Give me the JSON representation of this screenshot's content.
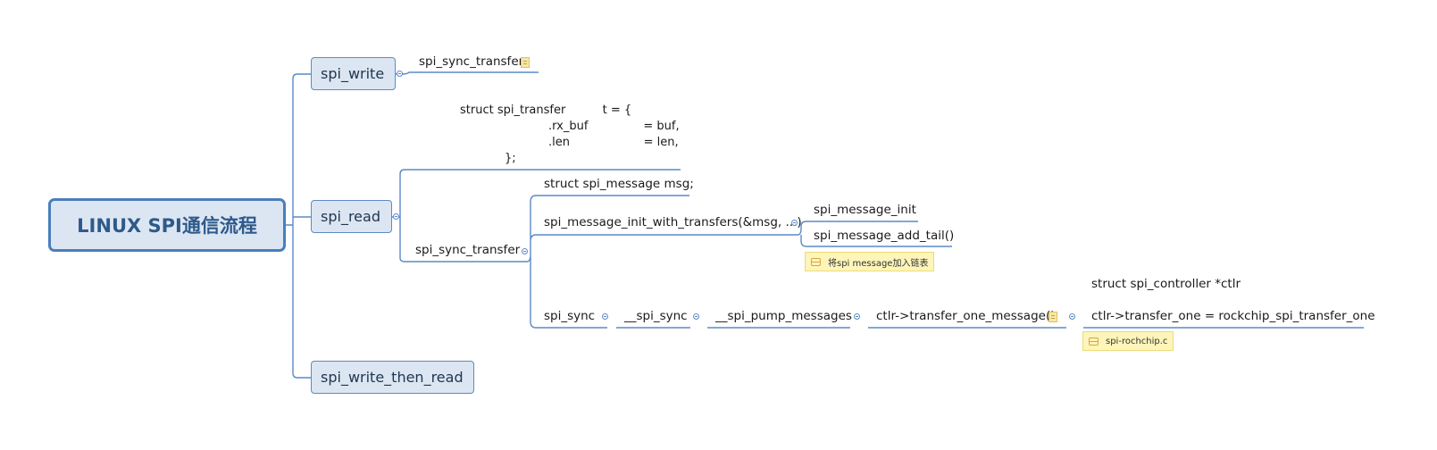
{
  "root": {
    "label": "LINUX SPI通信流程"
  },
  "branches": {
    "spi_write": "spi_write",
    "spi_read": "spi_read",
    "spi_write_then_read": "spi_write_then_read"
  },
  "write_children": {
    "spi_sync_transfer": "spi_sync_transfer"
  },
  "read_children": {
    "code_lines": [
      "struct spi_transfer          t = {",
      ".rx_buf               = buf,",
      ".len                    = len,",
      "};"
    ],
    "spi_sync_transfer": "spi_sync_transfer"
  },
  "sync_transfer_children": {
    "msg_decl": "struct spi_message msg;",
    "msg_init": "spi_message_init_with_transfers(&msg, ...)",
    "spi_sync": "spi_sync"
  },
  "msg_init_children": {
    "init": "spi_message_init",
    "add_tail": "spi_message_add_tail()",
    "add_tail_label": "将spi message加入链表"
  },
  "sync_chain": {
    "__spi_sync": "__spi_sync",
    "__spi_pump_messages": "__spi_pump_messages",
    "transfer_one_message": "ctlr->transfer_one_message()",
    "ctlr_decl": "struct spi_controller *ctlr",
    "transfer_one": "ctlr->transfer_one = rockchip_spi_transfer_one",
    "transfer_one_label": "spi-rochchip.c"
  },
  "colors": {
    "connector": "#5b8ac6",
    "topic_fill": "#dce6f2",
    "root_border": "#4a7ebb",
    "label_fill": "#fdf5b9"
  }
}
